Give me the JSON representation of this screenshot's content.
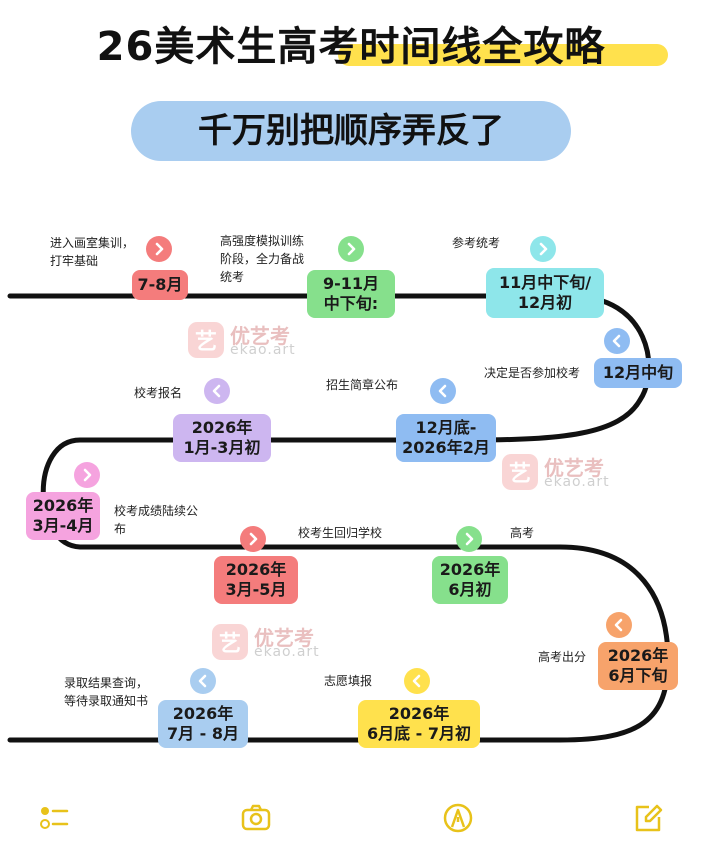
{
  "title": {
    "text": "26美术生高考时间线全攻略",
    "highlight_color": "#ffe14d"
  },
  "subtitle": {
    "text": "千万别把顺序弄反了",
    "pill_color": "#a9cdf0"
  },
  "watermark": {
    "logo_char": "艺",
    "name": "优艺考",
    "url": "ekao.art"
  },
  "timeline": [
    {
      "date": "7-8月",
      "desc": "进入画室集训，\n打牢基础",
      "color": "#f47c7c",
      "chev_color": "#f47c7c",
      "direction": "right"
    },
    {
      "date": "9-11月\n中下旬:",
      "desc": "高强度模拟训练\n阶段，全力备战\n统考",
      "color": "#86e08c",
      "chev_color": "#86e08c",
      "direction": "right"
    },
    {
      "date": "11月中下旬/\n12月初",
      "desc": "参考统考",
      "color": "#8ee6ea",
      "chev_color": "#8ee6ea",
      "direction": "right"
    },
    {
      "date": "12月中旬",
      "desc": "决定是否参加校考",
      "color": "#8fbcf2",
      "chev_color": "#8fbcf2",
      "direction": "left"
    },
    {
      "date": "12月底-\n2026年2月",
      "desc": "招生简章公布",
      "color": "#8fbcf2",
      "chev_color": "#8fbcf2",
      "direction": "left"
    },
    {
      "date": "2026年\n1月-3月初",
      "desc": "校考报名",
      "color": "#cdb6f0",
      "chev_color": "#cdb6f0",
      "direction": "left"
    },
    {
      "date": "2026年\n3月-4月",
      "desc": "校考成绩陆续公\n布",
      "color": "#f5a3df",
      "chev_color": "#f5a3df",
      "direction": "right"
    },
    {
      "date": "2026年\n3月-5月",
      "desc": "校考生回归学校",
      "color": "#f47c7c",
      "chev_color": "#f47c7c",
      "direction": "right"
    },
    {
      "date": "2026年\n6月初",
      "desc": "高考",
      "color": "#86e08c",
      "chev_color": "#86e08c",
      "direction": "right"
    },
    {
      "date": "2026年\n6月下旬",
      "desc": "高考出分",
      "color": "#f7a36b",
      "chev_color": "#f7a36b",
      "direction": "left"
    },
    {
      "date": "2026年\n6月底 - 7月初",
      "desc": "志愿填报",
      "color": "#ffe14d",
      "chev_color": "#ffe14d",
      "direction": "left"
    },
    {
      "date": "2026年\n7月 - 8月",
      "desc": "录取结果查询，\n等待录取通知书",
      "color": "#a9cdf0",
      "chev_color": "#a9cdf0",
      "direction": "left"
    }
  ],
  "toolbar": {
    "accent": "#e8c21a",
    "items": [
      "list-icon",
      "camera-icon",
      "pen-icon",
      "edit-icon"
    ]
  }
}
